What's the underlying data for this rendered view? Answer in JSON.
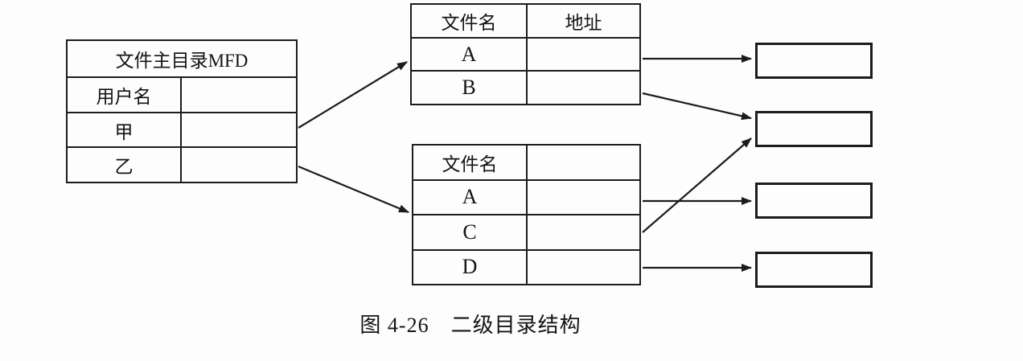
{
  "page": {
    "background": "#fdfdfd",
    "line_color": "#1c1c1c",
    "text_color": "#141414"
  },
  "caption": "图 4-26　二级目录结构",
  "mfd": {
    "title": "文件主目录MFD",
    "rows": [
      {
        "name": "用户名",
        "address": ""
      },
      {
        "name": "甲",
        "address": ""
      },
      {
        "name": "乙",
        "address": ""
      }
    ]
  },
  "ufd_top": {
    "header": {
      "name": "文件名",
      "address": "地址"
    },
    "rows": [
      {
        "name": "A",
        "address": ""
      },
      {
        "name": "B",
        "address": ""
      }
    ]
  },
  "ufd_bottom": {
    "header": {
      "name": "文件名",
      "address": ""
    },
    "rows": [
      {
        "name": "A",
        "address": ""
      },
      {
        "name": "C",
        "address": ""
      },
      {
        "name": "D",
        "address": ""
      }
    ]
  },
  "file_boxes": [
    {
      "label": ""
    },
    {
      "label": ""
    },
    {
      "label": ""
    },
    {
      "label": ""
    }
  ]
}
